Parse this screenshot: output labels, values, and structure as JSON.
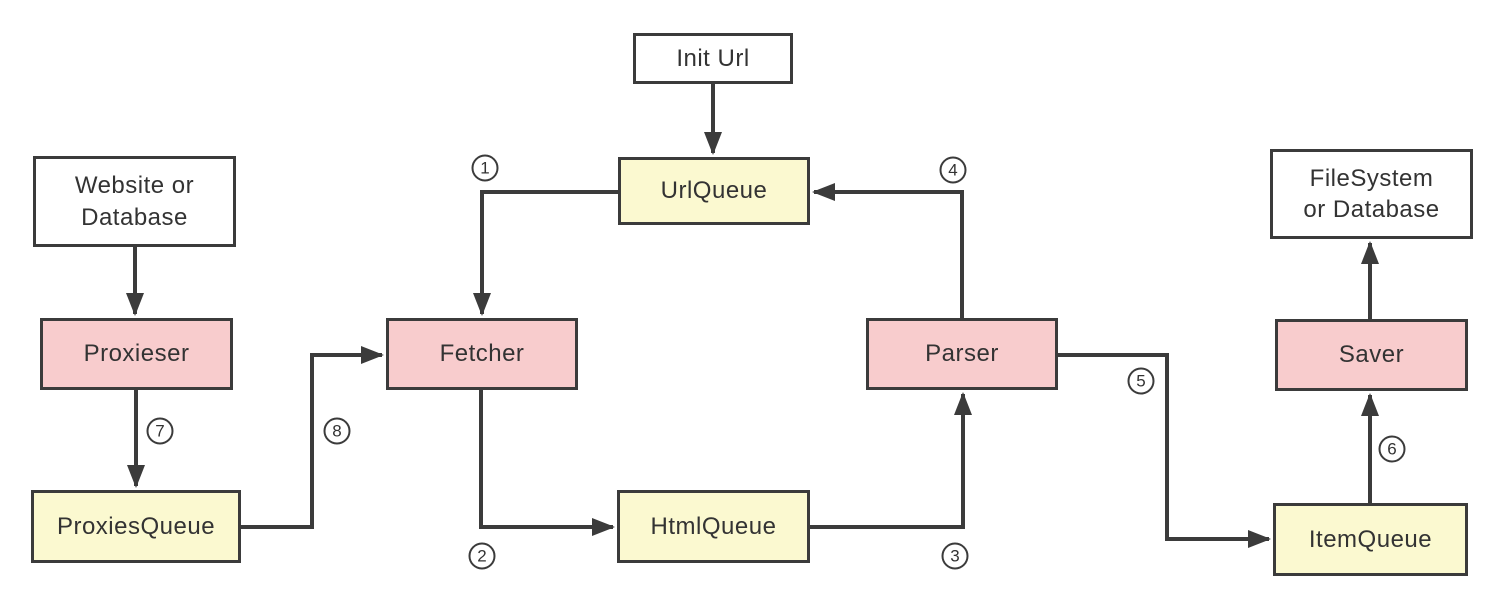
{
  "nodes": {
    "init_url": {
      "label": "Init Url"
    },
    "website_db": {
      "lines": [
        "Website or",
        "Database"
      ]
    },
    "url_queue": {
      "label": "UrlQueue"
    },
    "filesystem_db": {
      "lines": [
        "FileSystem",
        "or Database"
      ]
    },
    "proxieser": {
      "label": "Proxieser"
    },
    "fetcher": {
      "label": "Fetcher"
    },
    "parser": {
      "label": "Parser"
    },
    "saver": {
      "label": "Saver"
    },
    "proxies_queue": {
      "label": "ProxiesQueue"
    },
    "html_queue": {
      "label": "HtmlQueue"
    },
    "item_queue": {
      "label": "ItemQueue"
    }
  },
  "steps": {
    "s1": "1",
    "s2": "2",
    "s3": "3",
    "s4": "4",
    "s5": "5",
    "s6": "6",
    "s7": "7",
    "s8": "8"
  },
  "colors": {
    "background": "#ffffff",
    "line": "#3b3b3b",
    "box_border": "#3b3b3b",
    "white_fill": "#ffffff",
    "yellow_fill": "#fbf9d0",
    "pink_fill": "#f8cccd",
    "text": "#333333"
  }
}
